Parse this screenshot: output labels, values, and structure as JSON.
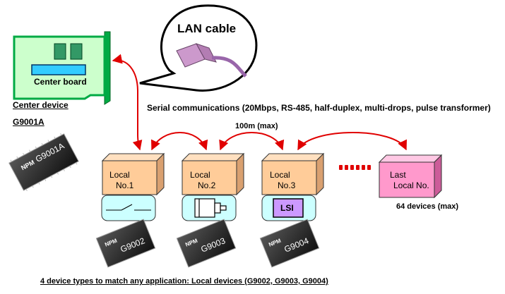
{
  "bubble": {
    "title": "LAN cable"
  },
  "center": {
    "board_label": "Center board",
    "device_label": "Center device",
    "chip_model": "G9001A"
  },
  "comm": {
    "description": "Serial communications (20Mbps, RS-485, half-duplex, multi-drops, pulse transformer)",
    "distance": "100m (max)",
    "max_devices": "64 devices (max)"
  },
  "locals": [
    {
      "line1": "Local",
      "line2": "No.1",
      "chip": "G9002",
      "module": "switch"
    },
    {
      "line1": "Local",
      "line2": "No.2",
      "chip": "G9003",
      "module": "motor"
    },
    {
      "line1": "Local",
      "line2": "No.3",
      "chip": "G9004",
      "module": "LSI"
    }
  ],
  "last_local": {
    "line1": "Last",
    "line2": "Local No."
  },
  "chip_brand": "NPM",
  "footer": "4 device types to match any application: Local devices (G9002, G9003, G9004)",
  "colors": {
    "board_green": "#ccffcc",
    "board_blue": "#33ccff",
    "local_box": "#ffcc99",
    "module": "#ccffff",
    "last_box": "#ff99cc",
    "arrow_red": "#e00000",
    "bubble": "#000000"
  }
}
